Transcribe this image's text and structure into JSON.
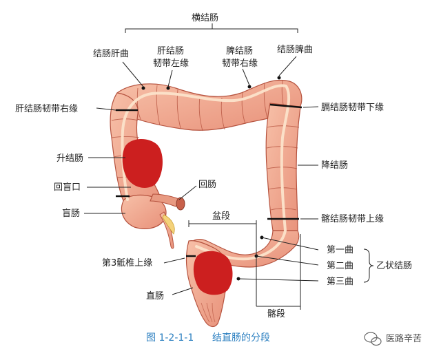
{
  "labels": {
    "transverse_colon": "横结肠",
    "hepatic_flexure": "结肠肝曲",
    "hepatocolic_left": "肝结肠\n韧带左缘",
    "splenocolic_right": "脾结肠\n韧带右缘",
    "splenic_flexure": "结肠脾曲",
    "hepatocolic_right": "肝结肠韧带右缘",
    "phrenicocolic_lower": "膈结肠韧带下缘",
    "ascending_colon": "升结肠",
    "ileocecal_valve": "回盲口",
    "ileum": "回肠",
    "cecum": "盲肠",
    "descending_colon": "降结肠",
    "pelvic_segment": "盆段",
    "iliocolic_upper": "髂结肠韧带上缘",
    "first_bend": "第一曲",
    "second_bend": "第二曲",
    "third_bend": "第三曲",
    "sigmoid_colon": "乙状结肠",
    "s3_upper": "第3骶椎上缘",
    "rectum": "直肠",
    "iliac_segment": "髂段"
  },
  "caption": {
    "number": "图 1-2-1-1",
    "title": "结直肠的分段"
  },
  "watermark": "医路辛苦",
  "colors": {
    "bowel_fill": "#f0a890",
    "bowel_stroke": "#b5523e",
    "band": "#fbe0c8",
    "lesion": "#cc1f1f",
    "caption": "#2b7fc0"
  }
}
